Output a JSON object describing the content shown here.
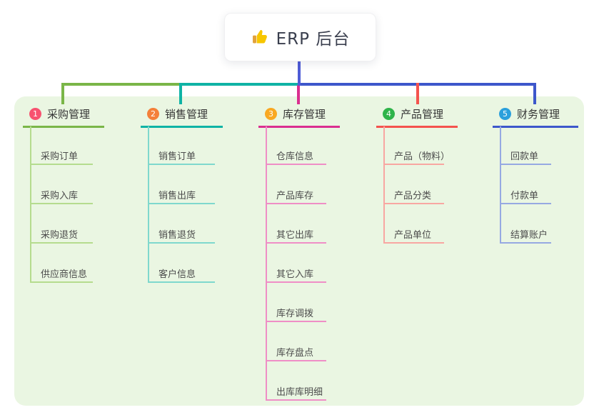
{
  "root": {
    "label": "ERP 后台",
    "icon": "thumbs-up"
  },
  "colors": {
    "page_bg": "#ffffff",
    "panel_bg": "#eaf6e2",
    "root_connector": "#4f5cd6"
  },
  "branches": [
    {
      "number": "1",
      "label": "采购管理",
      "color": "#7ab648",
      "light_color": "#b5dc8e",
      "badge_color": "#f75270",
      "children": [
        "采购订单",
        "采购入库",
        "采购退货",
        "供应商信息"
      ]
    },
    {
      "number": "2",
      "label": "销售管理",
      "color": "#0fb3a5",
      "light_color": "#7fd8cd",
      "badge_color": "#f4803a",
      "children": [
        "销售订单",
        "销售出库",
        "销售退货",
        "客户信息"
      ]
    },
    {
      "number": "3",
      "label": "库存管理",
      "color": "#da2f90",
      "light_color": "#ef8ec6",
      "badge_color": "#f9a822",
      "children": [
        "仓库信息",
        "产品库存",
        "其它出库",
        "其它入库",
        "库存调拨",
        "库存盘点",
        "出库库明细"
      ]
    },
    {
      "number": "4",
      "label": "产品管理",
      "color": "#f4534e",
      "light_color": "#f8a7a2",
      "badge_color": "#2fb44a",
      "children": [
        "产品（物料）",
        "产品分类",
        "产品单位"
      ]
    },
    {
      "number": "5",
      "label": "财务管理",
      "color": "#3d57cb",
      "light_color": "#96a9e2",
      "badge_color": "#2ba0dc",
      "children": [
        "回款单",
        "付款单",
        "结算账户"
      ]
    }
  ]
}
